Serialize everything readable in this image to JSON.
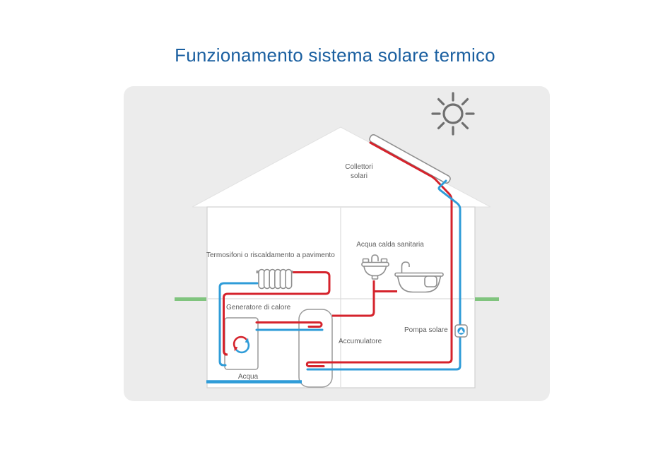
{
  "title": "Funzionamento sistema solare termico",
  "labels": {
    "collectors_line1": "Collettori",
    "collectors_line2": "solari",
    "hot_water": "Acqua calda sanitaria",
    "heating": "Termosifoni o riscaldamento a pavimento",
    "generator": "Generatore di calore",
    "accumulator": "Accumulatore",
    "pump": "Pompa solare",
    "water": "Acqua"
  },
  "icons": {
    "sun": "sun-icon",
    "solar_collector": "solar-collector",
    "radiator": "radiator-icon",
    "sink": "sink-icon",
    "bathtub": "bathtub-icon",
    "heat_generator": "heat-generator-icon",
    "circulation_arrows": "circulation-arrows-icon",
    "accumulator_tank": "accumulator-tank",
    "solar_pump": "solar-pump-icon"
  },
  "colors": {
    "title_blue": "#1a5fa0",
    "hot_pipe_red": "#d5232c",
    "cold_pipe_blue": "#2f9cd8",
    "green_marker": "#80c47e",
    "card_background": "#ececec",
    "icon_outline": "#8f8f8f",
    "label_gray": "#5e5e5e"
  }
}
